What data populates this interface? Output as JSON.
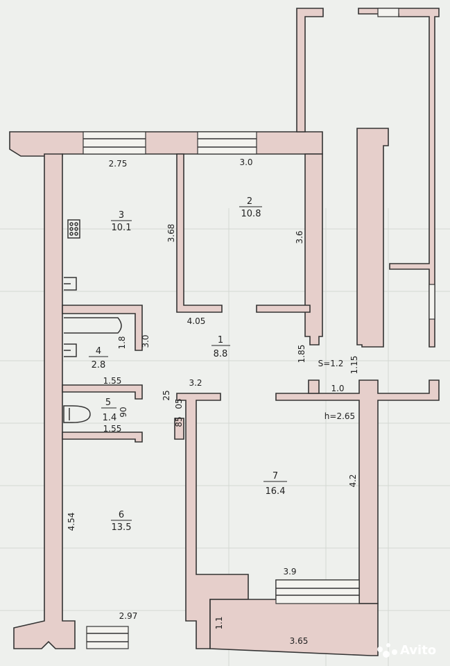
{
  "rooms": [
    {
      "num": "1",
      "area": "8.8"
    },
    {
      "num": "2",
      "area": "10.8"
    },
    {
      "num": "3",
      "area": "10.1"
    },
    {
      "num": "4",
      "area": "2.8"
    },
    {
      "num": "5",
      "area": "1.4"
    },
    {
      "num": "6",
      "area": "13.5"
    },
    {
      "num": "7",
      "area": "16.4"
    }
  ],
  "dimensions": {
    "room3_width": "2.75",
    "room2_width": "3.0",
    "room3_depth": "3.68",
    "room2_depth": "3.6",
    "hall_width": "4.05",
    "bath_depth_a": "1.8",
    "bath_depth_b": "3.0",
    "balcony_depth": "1.85",
    "balcony_width": "1.15",
    "balcony_area": "S=1.2",
    "bath_width": "1.55",
    "wc_width": "1.55",
    "wc_depth": "90",
    "hall_lower_width": "3.2",
    "door_a": "25",
    "door_b": "85",
    "door_c": "05",
    "room7_door": "1.0",
    "ceiling_height": "h=2.65",
    "room7_depth": "4.2",
    "room6_depth": "4.54",
    "room7_window": "3.9",
    "room6_width": "2.97",
    "corridor_width": "1.1",
    "room7_width": "3.65"
  },
  "watermark": "Avito"
}
